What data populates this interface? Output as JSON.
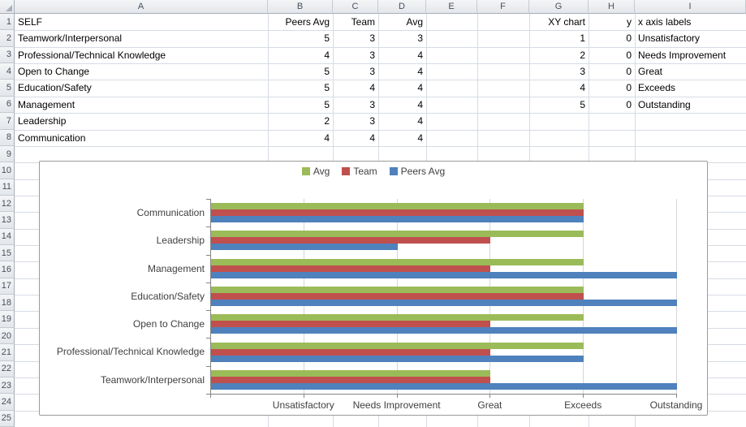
{
  "colors": {
    "series_avg": "#9BBB59",
    "series_team": "#C0504D",
    "series_peers_avg": "#4F81BD",
    "chart_axis": "#848484",
    "chart_gridline": "#D6D6D6",
    "chart_border": "#9B9B9B",
    "sheet_gridline": "#D6DCE4",
    "header_background": "#E9EBEE",
    "header_text": "#47505C"
  },
  "sheet": {
    "column_headers": [
      "A",
      "B",
      "C",
      "D",
      "E",
      "F",
      "G",
      "H",
      "I"
    ],
    "row_headers": [
      "1",
      "2",
      "3",
      "4",
      "5",
      "6",
      "7",
      "8",
      "9",
      "10",
      "11",
      "12",
      "13",
      "14",
      "15",
      "16",
      "17",
      "18",
      "19",
      "20",
      "21",
      "22",
      "23",
      "24",
      "25"
    ],
    "cells": [
      {
        "r": 1,
        "c": "A",
        "t": "SELF",
        "a": "left"
      },
      {
        "r": 1,
        "c": "B",
        "t": "Peers Avg",
        "a": "right"
      },
      {
        "r": 1,
        "c": "C",
        "t": "Team",
        "a": "right"
      },
      {
        "r": 1,
        "c": "D",
        "t": "Avg",
        "a": "right"
      },
      {
        "r": 1,
        "c": "G",
        "t": "XY chart",
        "a": "right"
      },
      {
        "r": 1,
        "c": "H",
        "t": "y",
        "a": "right"
      },
      {
        "r": 1,
        "c": "I",
        "t": "x axis labels",
        "a": "left"
      },
      {
        "r": 2,
        "c": "A",
        "t": "Teamwork/Interpersonal",
        "a": "left"
      },
      {
        "r": 2,
        "c": "B",
        "t": "5",
        "a": "right"
      },
      {
        "r": 2,
        "c": "C",
        "t": "3",
        "a": "right"
      },
      {
        "r": 2,
        "c": "D",
        "t": "3",
        "a": "right"
      },
      {
        "r": 2,
        "c": "G",
        "t": "1",
        "a": "right"
      },
      {
        "r": 2,
        "c": "H",
        "t": "0",
        "a": "right"
      },
      {
        "r": 2,
        "c": "I",
        "t": "Unsatisfactory",
        "a": "left"
      },
      {
        "r": 3,
        "c": "A",
        "t": "Professional/Technical Knowledge",
        "a": "left"
      },
      {
        "r": 3,
        "c": "B",
        "t": "4",
        "a": "right"
      },
      {
        "r": 3,
        "c": "C",
        "t": "3",
        "a": "right"
      },
      {
        "r": 3,
        "c": "D",
        "t": "4",
        "a": "right"
      },
      {
        "r": 3,
        "c": "G",
        "t": "2",
        "a": "right"
      },
      {
        "r": 3,
        "c": "H",
        "t": "0",
        "a": "right"
      },
      {
        "r": 3,
        "c": "I",
        "t": "Needs Improvement",
        "a": "left"
      },
      {
        "r": 4,
        "c": "A",
        "t": "Open to Change",
        "a": "left"
      },
      {
        "r": 4,
        "c": "B",
        "t": "5",
        "a": "right"
      },
      {
        "r": 4,
        "c": "C",
        "t": "3",
        "a": "right"
      },
      {
        "r": 4,
        "c": "D",
        "t": "4",
        "a": "right"
      },
      {
        "r": 4,
        "c": "G",
        "t": "3",
        "a": "right"
      },
      {
        "r": 4,
        "c": "H",
        "t": "0",
        "a": "right"
      },
      {
        "r": 4,
        "c": "I",
        "t": "Great",
        "a": "left"
      },
      {
        "r": 5,
        "c": "A",
        "t": "Education/Safety",
        "a": "left"
      },
      {
        "r": 5,
        "c": "B",
        "t": "5",
        "a": "right"
      },
      {
        "r": 5,
        "c": "C",
        "t": "4",
        "a": "right"
      },
      {
        "r": 5,
        "c": "D",
        "t": "4",
        "a": "right"
      },
      {
        "r": 5,
        "c": "G",
        "t": "4",
        "a": "right"
      },
      {
        "r": 5,
        "c": "H",
        "t": "0",
        "a": "right"
      },
      {
        "r": 5,
        "c": "I",
        "t": "Exceeds",
        "a": "left"
      },
      {
        "r": 6,
        "c": "A",
        "t": "Management",
        "a": "left"
      },
      {
        "r": 6,
        "c": "B",
        "t": "5",
        "a": "right"
      },
      {
        "r": 6,
        "c": "C",
        "t": "3",
        "a": "right"
      },
      {
        "r": 6,
        "c": "D",
        "t": "4",
        "a": "right"
      },
      {
        "r": 6,
        "c": "G",
        "t": "5",
        "a": "right"
      },
      {
        "r": 6,
        "c": "H",
        "t": "0",
        "a": "right"
      },
      {
        "r": 6,
        "c": "I",
        "t": "Outstanding",
        "a": "left"
      },
      {
        "r": 7,
        "c": "A",
        "t": "Leadership",
        "a": "left"
      },
      {
        "r": 7,
        "c": "B",
        "t": "2",
        "a": "right"
      },
      {
        "r": 7,
        "c": "C",
        "t": "3",
        "a": "right"
      },
      {
        "r": 7,
        "c": "D",
        "t": "4",
        "a": "right"
      },
      {
        "r": 8,
        "c": "A",
        "t": "Communication",
        "a": "left"
      },
      {
        "r": 8,
        "c": "B",
        "t": "4",
        "a": "right"
      },
      {
        "r": 8,
        "c": "C",
        "t": "4",
        "a": "right"
      },
      {
        "r": 8,
        "c": "D",
        "t": "4",
        "a": "right"
      }
    ]
  },
  "chart_data": {
    "type": "bar",
    "orientation": "horizontal",
    "categories": [
      "Communication",
      "Leadership",
      "Management",
      "Education/Safety",
      "Open to Change",
      "Professional/Technical Knowledge",
      "Teamwork/Interpersonal"
    ],
    "series": [
      {
        "name": "Avg",
        "color": "#9BBB59",
        "values": [
          4,
          4,
          4,
          4,
          4,
          4,
          3
        ]
      },
      {
        "name": "Team",
        "color": "#C0504D",
        "values": [
          4,
          3,
          3,
          4,
          3,
          3,
          3
        ]
      },
      {
        "name": "Peers Avg",
        "color": "#4F81BD",
        "values": [
          4,
          2,
          5,
          5,
          5,
          4,
          5
        ]
      }
    ],
    "xlim": [
      0,
      5
    ],
    "gridline_values": [
      1,
      2,
      3,
      4,
      5
    ],
    "x_axis_text_labels": [
      {
        "value": 1,
        "label": "Unsatisfactory"
      },
      {
        "value": 2,
        "label": "Needs Improvement"
      },
      {
        "value": 3,
        "label": "Great"
      },
      {
        "value": 4,
        "label": "Exceeds"
      },
      {
        "value": 5,
        "label": "Outstanding"
      }
    ],
    "legend": {
      "position": "top",
      "entries": [
        "Avg",
        "Team",
        "Peers Avg"
      ]
    }
  }
}
